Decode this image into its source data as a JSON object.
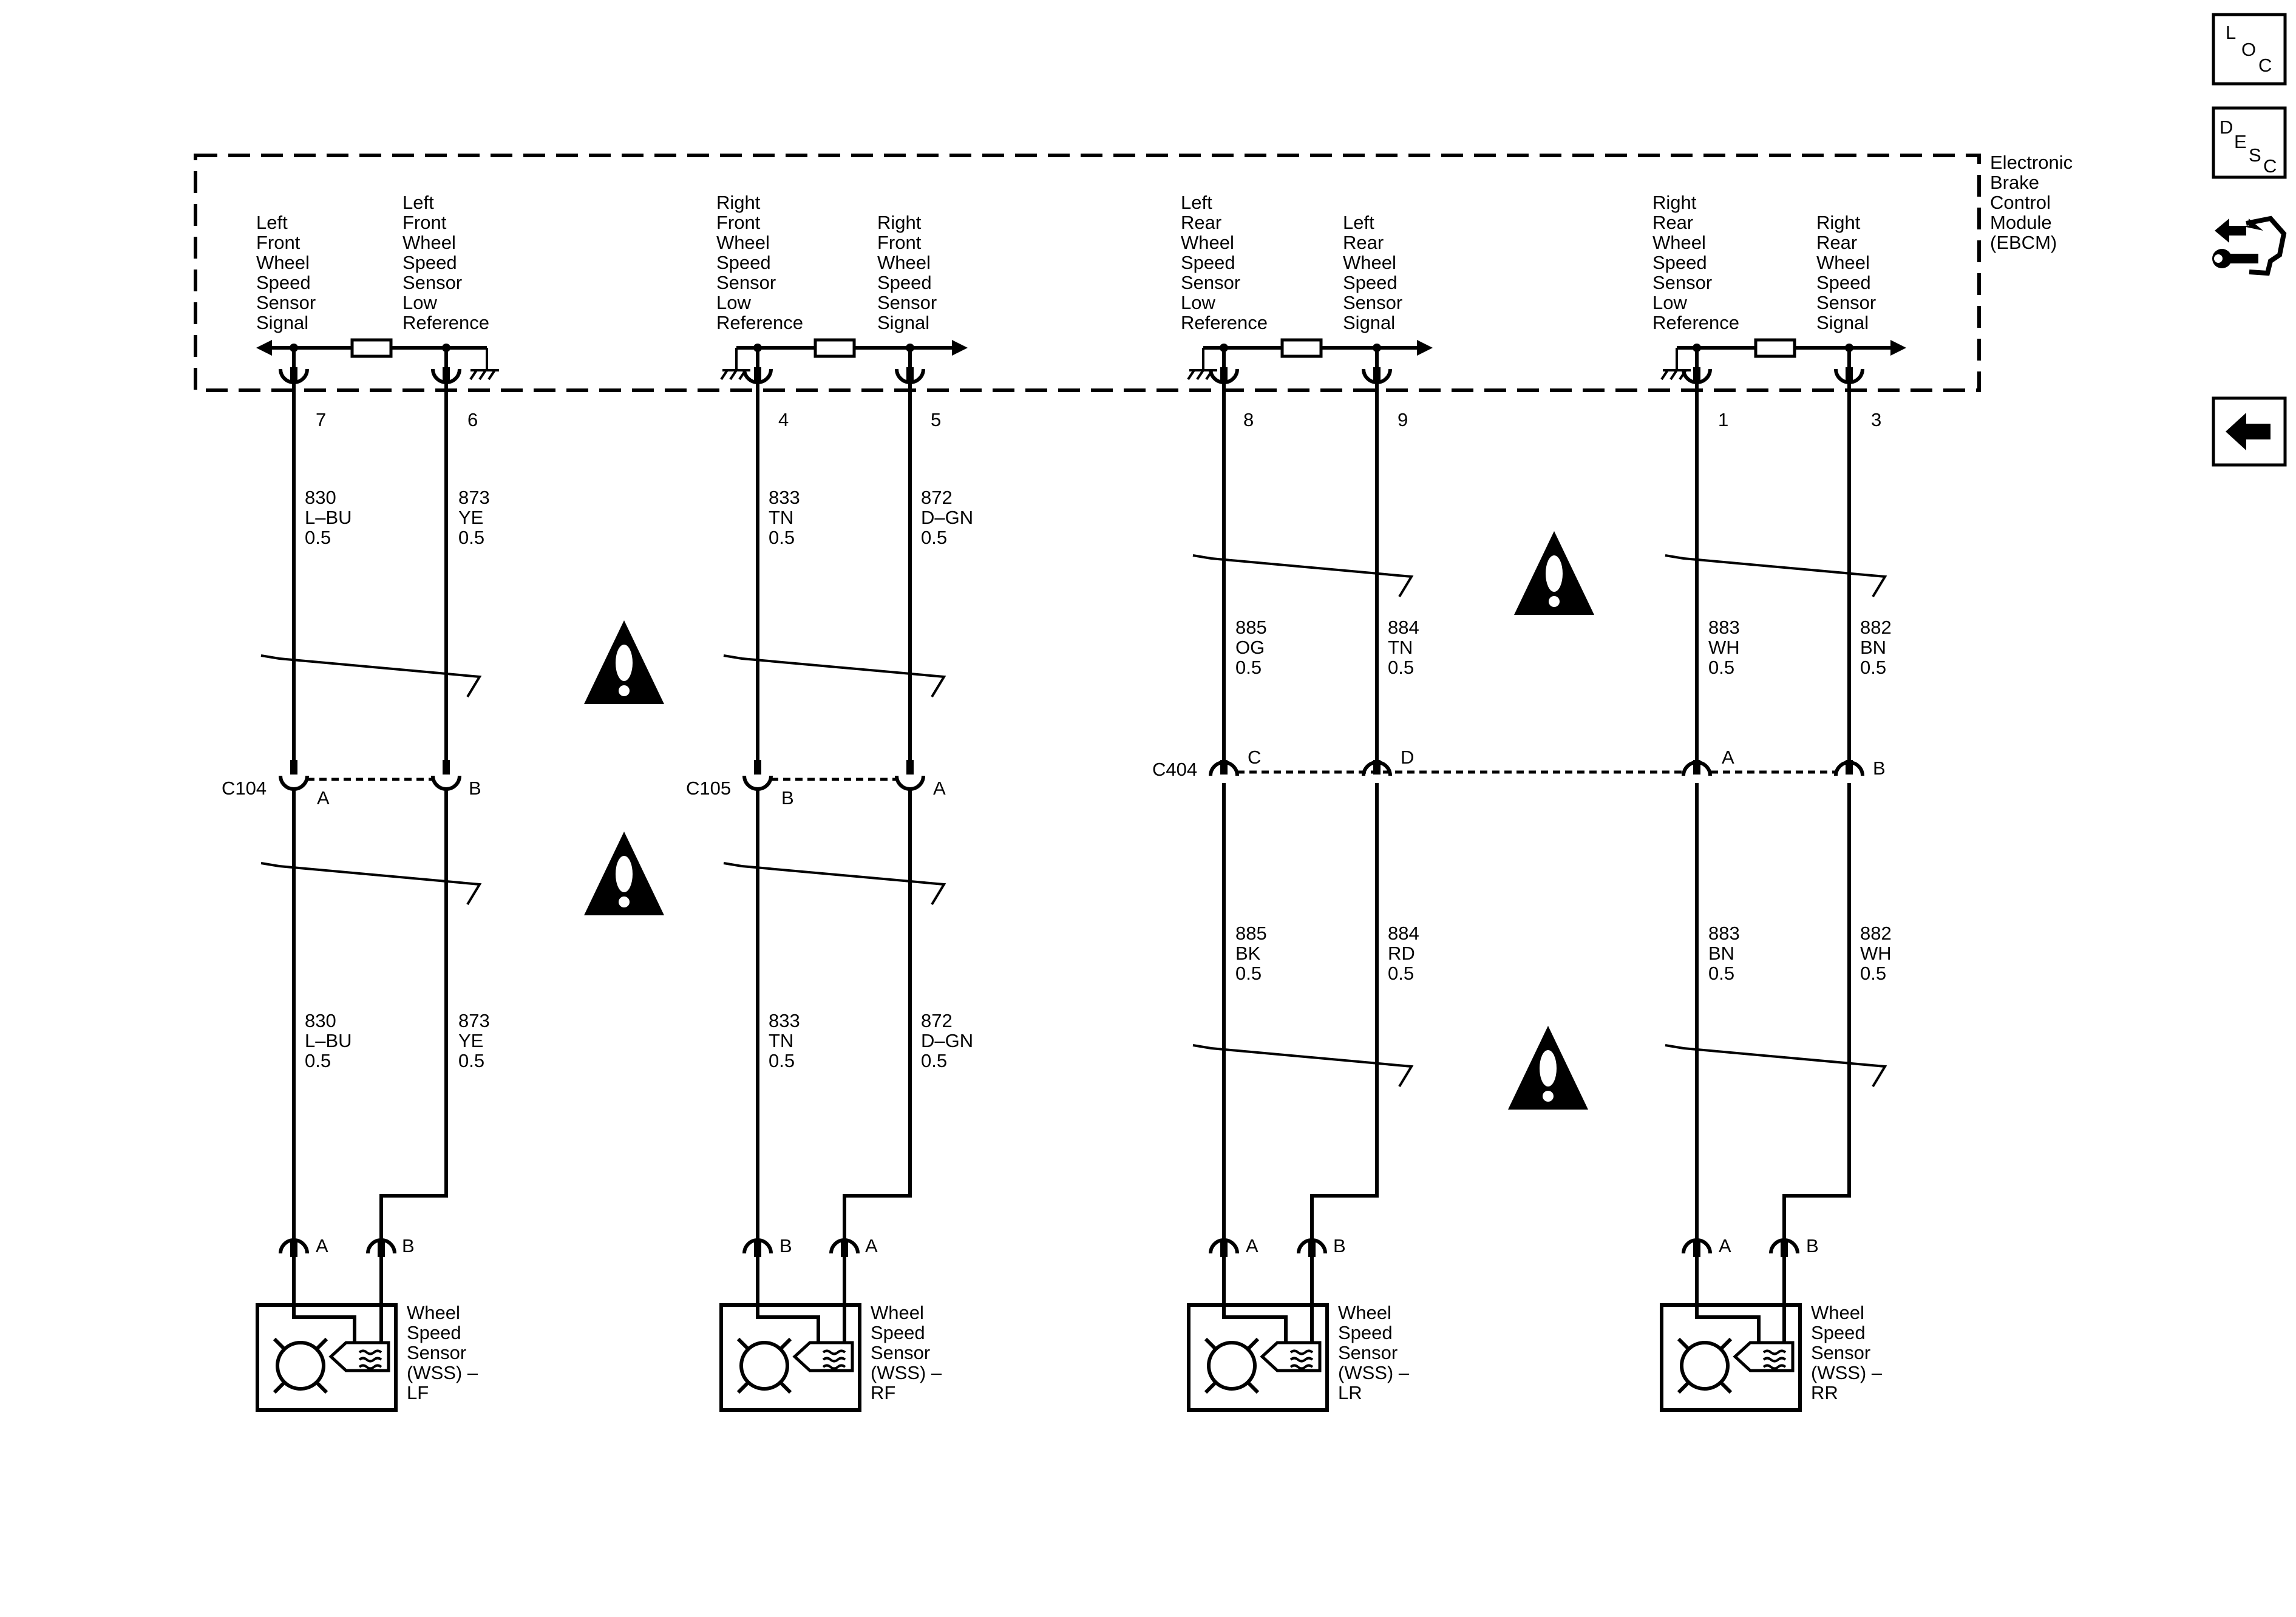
{
  "module": {
    "name_lines": [
      "Electronic",
      "Brake",
      "Control",
      "Module",
      "(EBCM)"
    ]
  },
  "channels": [
    {
      "sensor_name_lines": [
        "Wheel",
        "Speed",
        "Sensor",
        "(WSS) –",
        "LF"
      ],
      "terminals": [
        {
          "label_lines": [
            "Left",
            "Front",
            "Wheel",
            "Speed",
            "Sensor",
            "Signal"
          ],
          "pin": "7",
          "circuit": "830",
          "color": "L–BU",
          "size": "0.5",
          "c_pin": "A",
          "circuit2": "830",
          "color2": "L–BU",
          "size2": "0.5",
          "s_pin": "A"
        },
        {
          "label_lines": [
            "Left",
            "Front",
            "Wheel",
            "Speed",
            "Sensor",
            "Low",
            "Reference"
          ],
          "pin": "6",
          "circuit": "873",
          "color": "YE",
          "size": "0.5",
          "c_pin": "B",
          "circuit2": "873",
          "color2": "YE",
          "size2": "0.5",
          "s_pin": "B"
        }
      ],
      "connector": "C104"
    },
    {
      "sensor_name_lines": [
        "Wheel",
        "Speed",
        "Sensor",
        "(WSS) –",
        "RF"
      ],
      "terminals": [
        {
          "label_lines": [
            "Right",
            "Front",
            "Wheel",
            "Speed",
            "Sensor",
            "Low",
            "Reference"
          ],
          "pin": "4",
          "circuit": "833",
          "color": "TN",
          "size": "0.5",
          "c_pin": "B",
          "circuit2": "833",
          "color2": "TN",
          "size2": "0.5",
          "s_pin": "B"
        },
        {
          "label_lines": [
            "Right",
            "Front",
            "Wheel",
            "Speed",
            "Sensor",
            "Signal"
          ],
          "pin": "5",
          "circuit": "872",
          "color": "D–GN",
          "size": "0.5",
          "c_pin": "A",
          "circuit2": "872",
          "color2": "D–GN",
          "size2": "0.5",
          "s_pin": "A"
        }
      ],
      "connector": "C105"
    },
    {
      "sensor_name_lines": [
        "Wheel",
        "Speed",
        "Sensor",
        "(WSS) –",
        "LR"
      ],
      "terminals": [
        {
          "label_lines": [
            "Left",
            "Rear",
            "Wheel",
            "Speed",
            "Sensor",
            "Low",
            "Reference"
          ],
          "pin": "8",
          "circuit": "885",
          "color": "OG",
          "size": "0.5",
          "c_pin": "C",
          "circuit2": "885",
          "color2": "BK",
          "size2": "0.5",
          "s_pin": "A"
        },
        {
          "label_lines": [
            "Left",
            "Rear",
            "Wheel",
            "Speed",
            "Sensor",
            "Signal"
          ],
          "pin": "9",
          "circuit": "884",
          "color": "TN",
          "size": "0.5",
          "c_pin": "D",
          "circuit2": "884",
          "color2": "RD",
          "size2": "0.5",
          "s_pin": "B"
        }
      ],
      "connector": "C404"
    },
    {
      "sensor_name_lines": [
        "Wheel",
        "Speed",
        "Sensor",
        "(WSS) –",
        "RR"
      ],
      "terminals": [
        {
          "label_lines": [
            "Right",
            "Rear",
            "Wheel",
            "Speed",
            "Sensor",
            "Low",
            "Reference"
          ],
          "pin": "1",
          "circuit": "883",
          "color": "WH",
          "size": "0.5",
          "c_pin": "A",
          "circuit2": "883",
          "color2": "BN",
          "size2": "0.5",
          "s_pin": "A"
        },
        {
          "label_lines": [
            "Right",
            "Rear",
            "Wheel",
            "Speed",
            "Sensor",
            "Signal"
          ],
          "pin": "3",
          "circuit": "882",
          "color": "BN",
          "size": "0.5",
          "c_pin": "B",
          "circuit2": "882",
          "color2": "WH",
          "size2": "0.5",
          "s_pin": "B"
        }
      ]
    }
  ],
  "sidebar": {
    "loc": [
      "L",
      "O",
      "C"
    ],
    "desc": [
      "D",
      "E",
      "S",
      "C"
    ],
    "icons": [
      "connector-tool-icon",
      "back-arrow-icon"
    ]
  },
  "colors": {
    "ink": "#000000",
    "paper": "#ffffff"
  }
}
